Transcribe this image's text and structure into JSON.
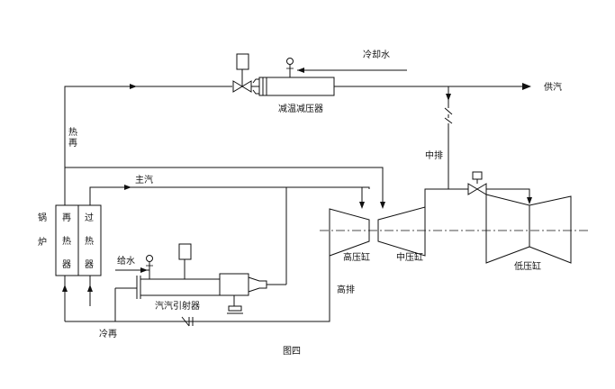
{
  "labels": {
    "cooling_water": "冷却水",
    "supply_steam": "供汽",
    "desuperheater": "减温减压器",
    "hot_reheat": "热再",
    "main_steam": "主汽",
    "boiler": "锅炉",
    "reheater": "再热器",
    "superheater": "过热器",
    "feed_water": "给水",
    "ejector": "汽汽引射器",
    "cold_reheat": "冷再",
    "hp_exhaust": "高排",
    "ip_exhaust": "中排",
    "hp_cylinder": "高压缸",
    "ip_cylinder": "中压缸",
    "lp_cylinder": "低压缸",
    "figure_caption": "图四"
  }
}
